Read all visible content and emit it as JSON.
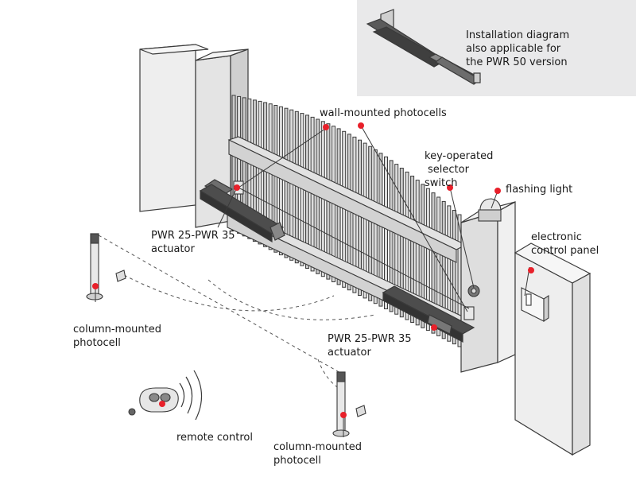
{
  "inset": {
    "lines": [
      "Installation diagram",
      "also applicable for",
      "the PWR 50 version"
    ]
  },
  "labels": {
    "wall_photocells": "wall-mounted photocells",
    "key_selector": [
      "key-operated",
      "selector",
      "switch"
    ],
    "flashing_light": "flashing light",
    "control_panel": [
      "electronic",
      "control panel"
    ],
    "actuator_left": [
      "PWR 25-PWR 35",
      "actuator"
    ],
    "actuator_right": [
      "PWR 25-PWR 35",
      "actuator"
    ],
    "column_photocell_left": [
      "column-mounted",
      "photocell"
    ],
    "column_photocell_right": [
      "column-mounted",
      "photocell"
    ],
    "remote_control": "remote control"
  },
  "colors": {
    "callout_dot": "#e8202a",
    "line": "#3a3a3a",
    "fill_light": "#ececec",
    "fill_mid": "#d4d4d4",
    "fill_dark": "#555555"
  }
}
